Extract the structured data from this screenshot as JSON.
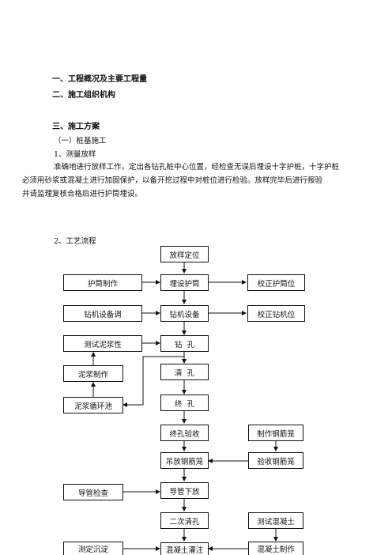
{
  "headings": {
    "h1": "一、工程概况及主要工程量",
    "h2": "二、施工组织机构",
    "h3": "三、施工方案"
  },
  "section": {
    "sub": "（一）桩基施工",
    "item1": "1、测量放样",
    "para_line1": "准确地进行放样工作，定出各钻孔桩中心位置，经检查无误后埋设十字护桩，十字护桩",
    "para_line2": "必须用砂浆或混凝土进行加固保护，以备开挖过程中对桩位进行检验。放样完毕后进行报验",
    "para_line3": "并请监理复核合格后进行护筒埋设。",
    "item2": "2、工艺流程"
  },
  "flow": {
    "fangyang": "放样定位",
    "maishe": "埋设护筒",
    "huzhi": "护筒制作",
    "jiaozheng_hutong": "校正护筒位",
    "zuanji_tiao": "钻机设备调",
    "zuanji_shebei": "钻机设备",
    "jiaozheng_zuanji": "校正钻机位",
    "ceshi_nijiang": "测试泥浆性",
    "zuankong": "钻  孔",
    "nijiang_zhizuo": "泥浆制作",
    "qingkong": "清  孔",
    "nijiang_xunhuan": "泥浆循环池",
    "zhongkong": "终  孔",
    "zhongkong_yanshou": "终孔验收",
    "zhizuo_gangjin": "制作钢筋笼",
    "diaofang": "吊放钢筋笼",
    "yanshou_gangjin": "验收钢筋笼",
    "daoguan_jiancha": "导管检查",
    "daoguan_xiafang": "导管下放",
    "erci_qingkong": "二次清孔",
    "ceshi_hunningtu": "测试混凝土",
    "ceding_chendian": "测定沉淀",
    "guanzhu": "混凝土灌注",
    "hunningtu_zhizuo": "混凝土制作"
  }
}
